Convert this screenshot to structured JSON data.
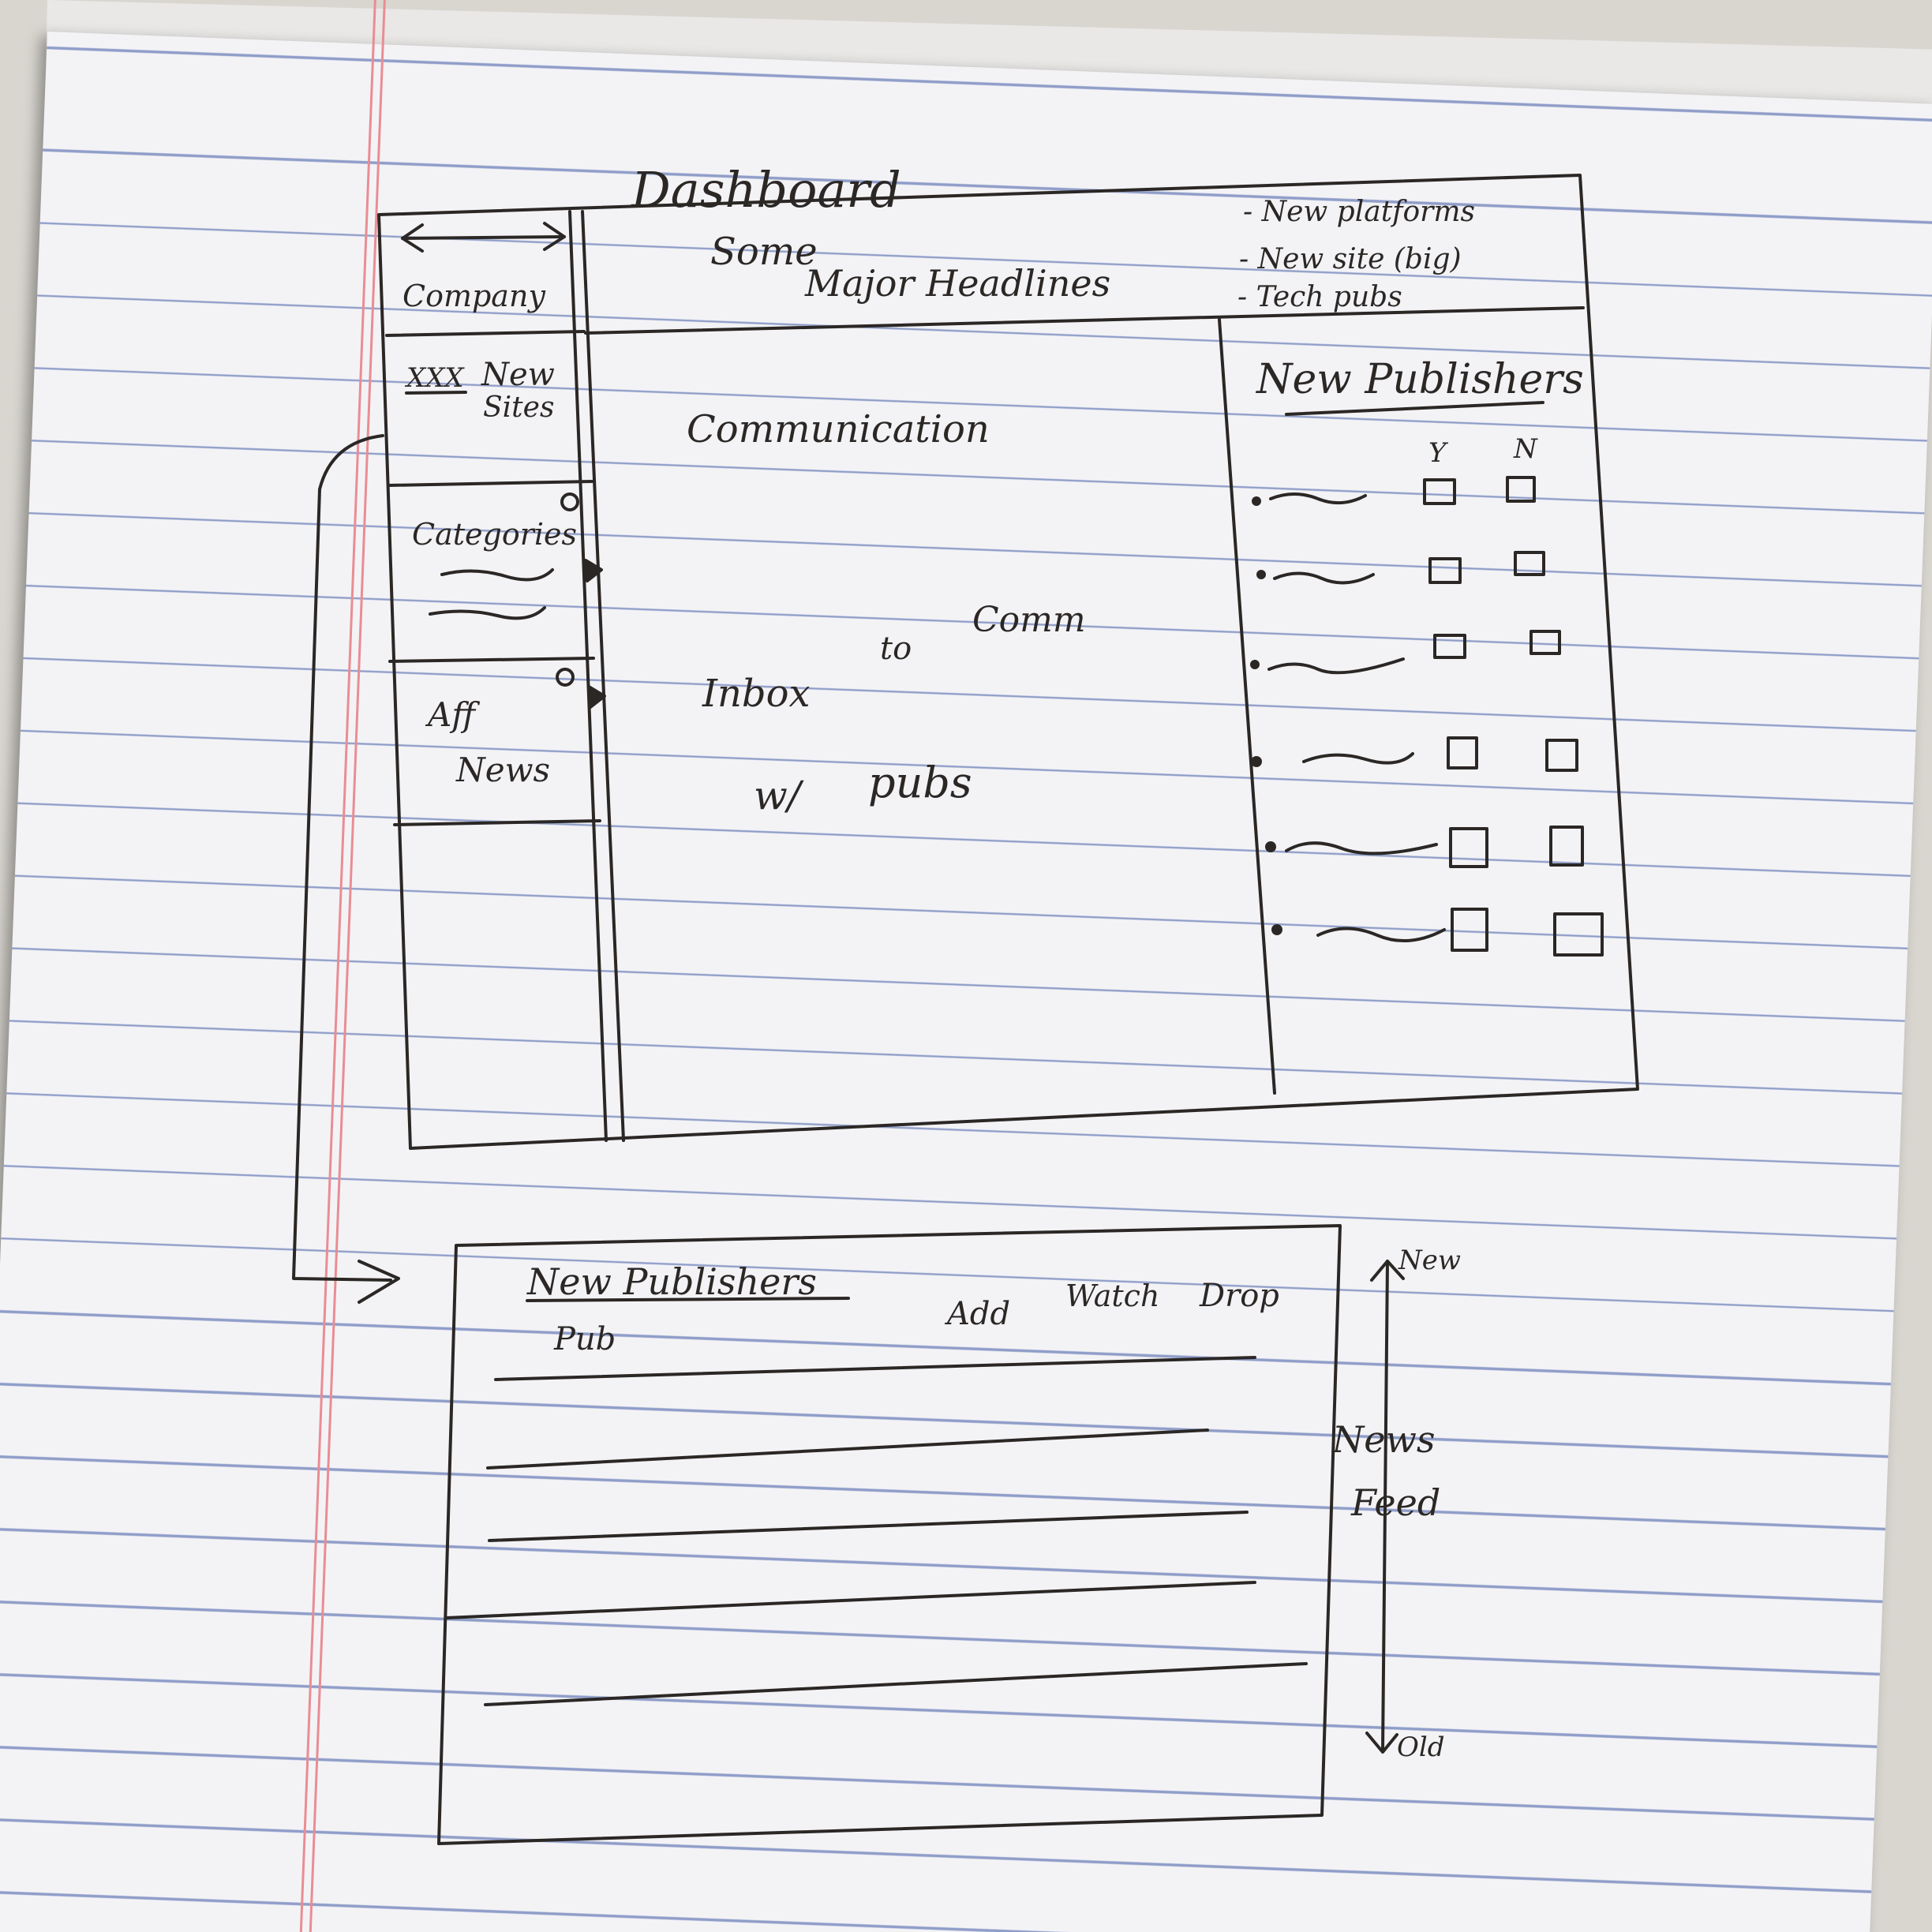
{
  "sketch": {
    "dashboard": {
      "title": "Dashboard",
      "headline_line1": "Some",
      "headline_line2": "Major Headlines",
      "notes": [
        "- New platforms",
        "- New site (big)",
        "- Tech pubs"
      ],
      "sidebar": {
        "company": "Company",
        "new_sites_prefix": "XXX",
        "new_sites_line1": "New",
        "new_sites_line2": "Sites",
        "categories": "Categories",
        "aff_line1": "Aff",
        "aff_line2": "News"
      },
      "center": {
        "communication": "Communication",
        "inbox": "Inbox",
        "to": "to",
        "comm": "Comm",
        "wl": "w/",
        "pubs": "pubs"
      },
      "publishers_panel": {
        "title": "New Publishers",
        "col_yes": "Y",
        "col_no": "N",
        "row_count": 6
      }
    },
    "detail": {
      "title": "New Publishers",
      "col_pub": "Pub",
      "col_add": "Add",
      "col_watch": "Watch",
      "col_drop": "Drop",
      "side_label_line1": "News",
      "side_label_line2": "Feed",
      "arrow_top": "New",
      "arrow_bottom": "Old"
    }
  },
  "colors": {
    "ink": "#2b2725",
    "paper": "#f3f3f6",
    "rule_line": "#8f9dc8",
    "margin_line": "#e98d93"
  }
}
